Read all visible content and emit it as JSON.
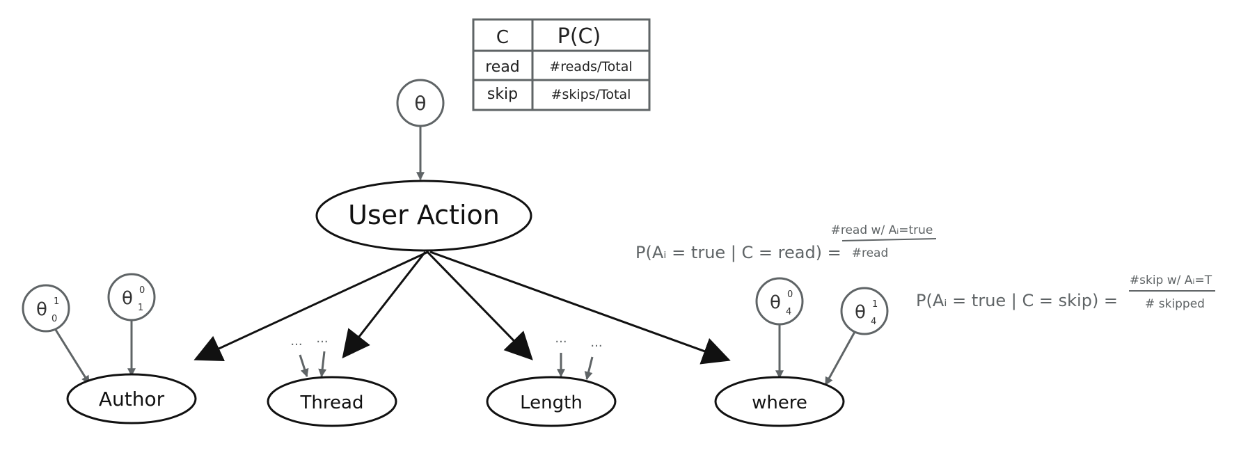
{
  "cpt_table": {
    "header": {
      "col_c": "C",
      "col_p": "P(C)"
    },
    "rows": [
      {
        "c": "read",
        "p": "#reads/Total"
      },
      {
        "c": "skip",
        "p": "#skips/Total"
      }
    ]
  },
  "nodes": {
    "theta": "θ",
    "user_action": "User Action",
    "author": "Author",
    "thread": "Thread",
    "length": "Length",
    "where": "where"
  },
  "params": {
    "author_theta_1": {
      "base": "θ",
      "sub": "0",
      "sup": "1"
    },
    "author_theta_0": {
      "base": "θ",
      "sub": "1",
      "sup": "0"
    },
    "where_theta_0": {
      "base": "θ",
      "sub": "4",
      "sup": "0"
    },
    "where_theta_1": {
      "base": "θ",
      "sub": "4",
      "sup": "1"
    }
  },
  "ellipsis_marks": {
    "thread_left": "...",
    "thread_right": "...",
    "length_left": "...",
    "length_right": "..."
  },
  "equations": {
    "read": {
      "lhs": "P(Aᵢ = true | C = read) =",
      "numerator": "#read w/ Aᵢ=true",
      "denominator": "#read"
    },
    "skip": {
      "lhs": "P(Aᵢ = true | C = skip) =",
      "numerator": "#skip w/ Aᵢ=T",
      "denominator": "# skipped"
    }
  },
  "colors": {
    "ink": "#111111",
    "gray": "#5f6466"
  }
}
